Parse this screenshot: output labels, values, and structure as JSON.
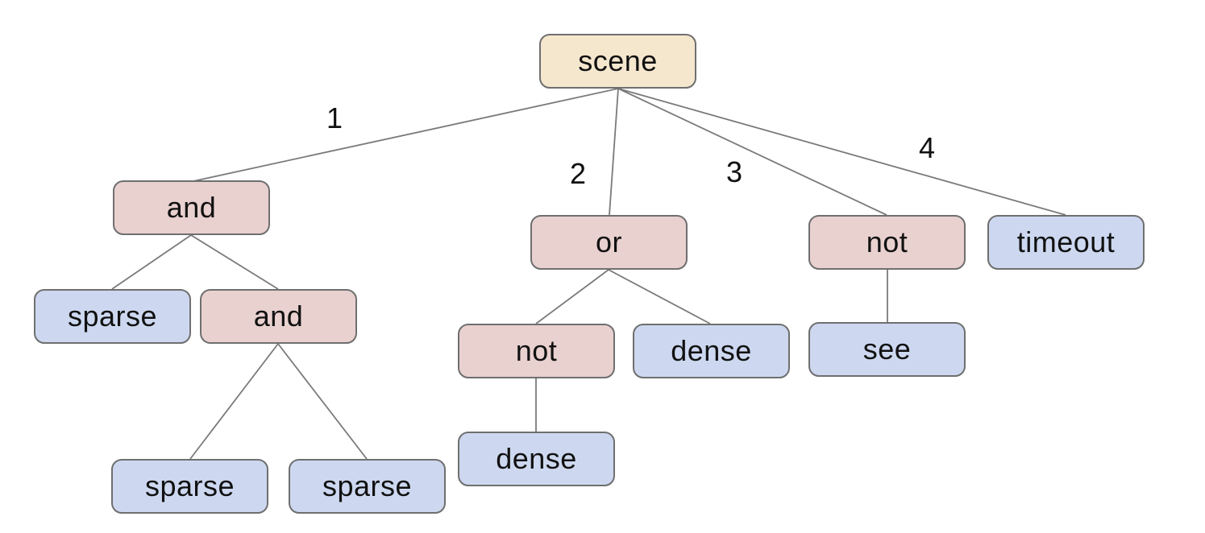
{
  "diagram": {
    "colors": {
      "background": "#ffffff",
      "root_fill": "#f5e7ce",
      "operator_fill": "#e9d1d0",
      "leaf_fill": "#cdd8f0",
      "border": "#6f6f6f",
      "edge": "#7a7a7a",
      "text": "#111111"
    },
    "nodes": {
      "scene": {
        "label": "scene",
        "type": "root"
      },
      "and1": {
        "label": "and",
        "type": "operator"
      },
      "or1": {
        "label": "or",
        "type": "operator"
      },
      "not1": {
        "label": "not",
        "type": "operator"
      },
      "timeout1": {
        "label": "timeout",
        "type": "leaf"
      },
      "sparse1": {
        "label": "sparse",
        "type": "leaf"
      },
      "and2": {
        "label": "and",
        "type": "operator"
      },
      "not2": {
        "label": "not",
        "type": "operator"
      },
      "dense1": {
        "label": "dense",
        "type": "leaf"
      },
      "see1": {
        "label": "see",
        "type": "leaf"
      },
      "sparse2": {
        "label": "sparse",
        "type": "leaf"
      },
      "sparse3": {
        "label": "sparse",
        "type": "leaf"
      },
      "dense2": {
        "label": "dense",
        "type": "leaf"
      }
    },
    "edge_labels": {
      "e1": "1",
      "e2": "2",
      "e3": "3",
      "e4": "4"
    },
    "edges": [
      {
        "from": "scene",
        "to": "and1",
        "label": "1"
      },
      {
        "from": "scene",
        "to": "or1",
        "label": "2"
      },
      {
        "from": "scene",
        "to": "not1",
        "label": "3"
      },
      {
        "from": "scene",
        "to": "timeout1",
        "label": "4"
      },
      {
        "from": "and1",
        "to": "sparse1",
        "label": ""
      },
      {
        "from": "and1",
        "to": "and2",
        "label": ""
      },
      {
        "from": "or1",
        "to": "not2",
        "label": ""
      },
      {
        "from": "or1",
        "to": "dense1",
        "label": ""
      },
      {
        "from": "not1",
        "to": "see1",
        "label": ""
      },
      {
        "from": "and2",
        "to": "sparse2",
        "label": ""
      },
      {
        "from": "and2",
        "to": "sparse3",
        "label": ""
      },
      {
        "from": "not2",
        "to": "dense2",
        "label": ""
      }
    ]
  }
}
